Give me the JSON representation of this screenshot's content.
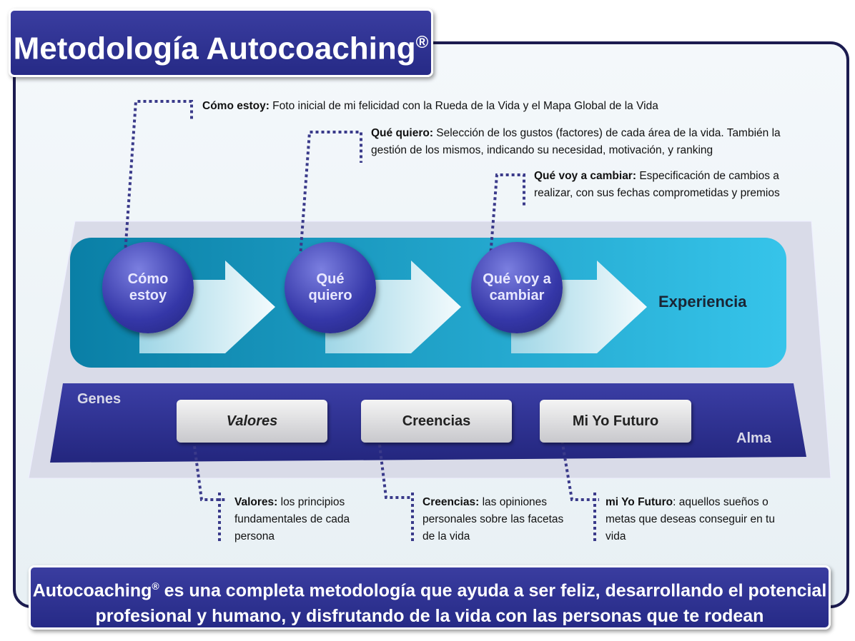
{
  "title": {
    "text": "Metodología Autocoaching",
    "mark": "®"
  },
  "steps": [
    {
      "label": "Cómo estoy",
      "note_title": "Cómo estoy:",
      "note_text": " Foto inicial de mi felicidad con la Rueda de la Vida y el Mapa Global de la Vida"
    },
    {
      "label": "Qué quiero",
      "note_title": "Qué quiero:",
      "note_text": " Selección de los gustos (factores) de cada área de la vida. También la gestión de los mismos, indicando su necesidad, motivación, y ranking"
    },
    {
      "label": "Qué voy a cambiar",
      "note_title": "Qué voy a cambiar:",
      "note_text": " Especificación de cambios a realizar, con sus fechas comprometidas y premios"
    }
  ],
  "experiencia": "Experiencia",
  "genes": "Genes",
  "alma": "Alma",
  "pillars": [
    {
      "label": "Valores",
      "note_title": "Valores:",
      "note_text": " los principios fundamentales de cada persona"
    },
    {
      "label": "Creencias",
      "note_title": "Creencias:",
      "note_text": " las opiniones personales sobre las facetas de la vida"
    },
    {
      "label": "Mi Yo Futuro",
      "note_title": "mi Yo Futuro",
      "note_text": ": aquellos sueños o metas que deseas conseguir en tu vida"
    }
  ],
  "banner": {
    "brand": "Autocoaching",
    "mark": "®",
    "text": " es una completa metodología que ayuda a ser feliz, desarrollando el potencial profesional y humano, y disfrutando de la vida con las personas que te rodean"
  },
  "colors": {
    "navy": "#2b2e8f",
    "teal": "#1aa3cc",
    "dots": "#3a3a8a"
  }
}
